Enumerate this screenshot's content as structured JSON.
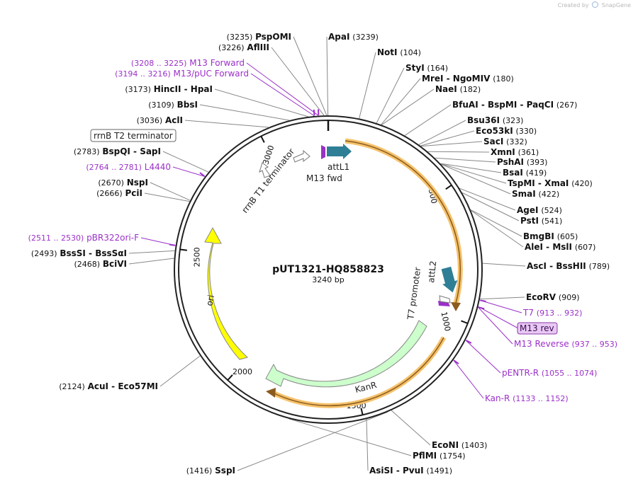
{
  "credit": {
    "prefix": "Created by",
    "brand": "SnapGene"
  },
  "plasmid": {
    "name": "pUT1321-HQ858823",
    "length_label": "3240 bp",
    "total_bp": 3240
  },
  "colors": {
    "site_line": "#888888",
    "primer": "#9b30c8",
    "ori": "#ffff00",
    "kanr": "#ccffcc",
    "att": "#2e7f96",
    "highlight": "#f5c26b"
  },
  "ticks": [
    "500",
    "1000",
    "1500",
    "2000",
    "2500",
    "3000"
  ],
  "features": [
    {
      "label": "attL1",
      "type": "att-arrow"
    },
    {
      "label": "M13 fwd",
      "type": "primer"
    },
    {
      "label": "rrnB T1 terminator",
      "type": "terminator"
    },
    {
      "label": "rrnB T2 terminator",
      "type": "terminator"
    },
    {
      "label": "ori",
      "type": "rep_origin"
    },
    {
      "label": "KanR",
      "type": "cds"
    },
    {
      "label": "attL2",
      "type": "att-arrow"
    },
    {
      "label": "T7 promoter",
      "type": "promoter"
    }
  ],
  "enzymes": [
    {
      "name": "PspOMI",
      "pos": "(3235)"
    },
    {
      "name": "ApaI",
      "pos": "(3239)"
    },
    {
      "name": "AflIII",
      "pos": "(3226)"
    },
    {
      "name": "NotI",
      "pos": "(104)"
    },
    {
      "name": "StyI",
      "pos": "(164)"
    },
    {
      "name": "MreI  -  NgoMIV",
      "pos": "(180)"
    },
    {
      "name": "NaeI",
      "pos": "(182)"
    },
    {
      "name": "HincII  -  HpaI",
      "pos": "(3173)"
    },
    {
      "name": "BbsI",
      "pos": "(3109)"
    },
    {
      "name": "BfuAI  -  BspMI  -  PaqCI",
      "pos": "(267)"
    },
    {
      "name": "AclI",
      "pos": "(3036)"
    },
    {
      "name": "Bsu36I",
      "pos": "(323)"
    },
    {
      "name": "Eco53kI",
      "pos": "(330)"
    },
    {
      "name": "SacI",
      "pos": "(332)"
    },
    {
      "name": "BspQI  -  SapI",
      "pos": "(2783)"
    },
    {
      "name": "XmnI",
      "pos": "(361)"
    },
    {
      "name": "PshAI",
      "pos": "(393)"
    },
    {
      "name": "BsaI",
      "pos": "(419)"
    },
    {
      "name": "TspMI  -  XmaI",
      "pos": "(420)"
    },
    {
      "name": "SmaI",
      "pos": "(422)"
    },
    {
      "name": "NspI",
      "pos": "(2670)"
    },
    {
      "name": "PciI",
      "pos": "(2666)"
    },
    {
      "name": "AgeI",
      "pos": "(524)"
    },
    {
      "name": "PstI",
      "pos": "(541)"
    },
    {
      "name": "BmgBI",
      "pos": "(605)"
    },
    {
      "name": "AleI  -  MslI",
      "pos": "(607)"
    },
    {
      "name": "BssSI  -  BssSαI",
      "pos": "(2493)"
    },
    {
      "name": "BciVI",
      "pos": "(2468)"
    },
    {
      "name": "AscI  -  BssHII",
      "pos": "(789)"
    },
    {
      "name": "EcoRV",
      "pos": "(909)"
    },
    {
      "name": "AcuI  -  Eco57MI",
      "pos": "(2124)"
    },
    {
      "name": "EcoNI",
      "pos": "(1403)"
    },
    {
      "name": "SspI",
      "pos": "(1416)"
    },
    {
      "name": "PflMI",
      "pos": "(1754)"
    },
    {
      "name": "AsiSI  -  PvuI",
      "pos": "(1491)"
    }
  ],
  "primers": [
    {
      "name": "M13 Forward",
      "range": "(3208 .. 3225)"
    },
    {
      "name": "M13/pUC Forward",
      "range": "(3194 .. 3216)"
    },
    {
      "name": "L4440",
      "range": "(2764 .. 2781)"
    },
    {
      "name": "pBR322ori-F",
      "range": "(2511 .. 2530)"
    },
    {
      "name": "T7",
      "range": "(913 .. 932)"
    },
    {
      "name": "M13 rev",
      "range": ""
    },
    {
      "name": "M13 Reverse",
      "range": "(937 .. 953)"
    },
    {
      "name": "pENTR-R",
      "range": "(1055 .. 1074)"
    },
    {
      "name": "Kan-R",
      "range": "(1133 .. 1152)"
    }
  ]
}
